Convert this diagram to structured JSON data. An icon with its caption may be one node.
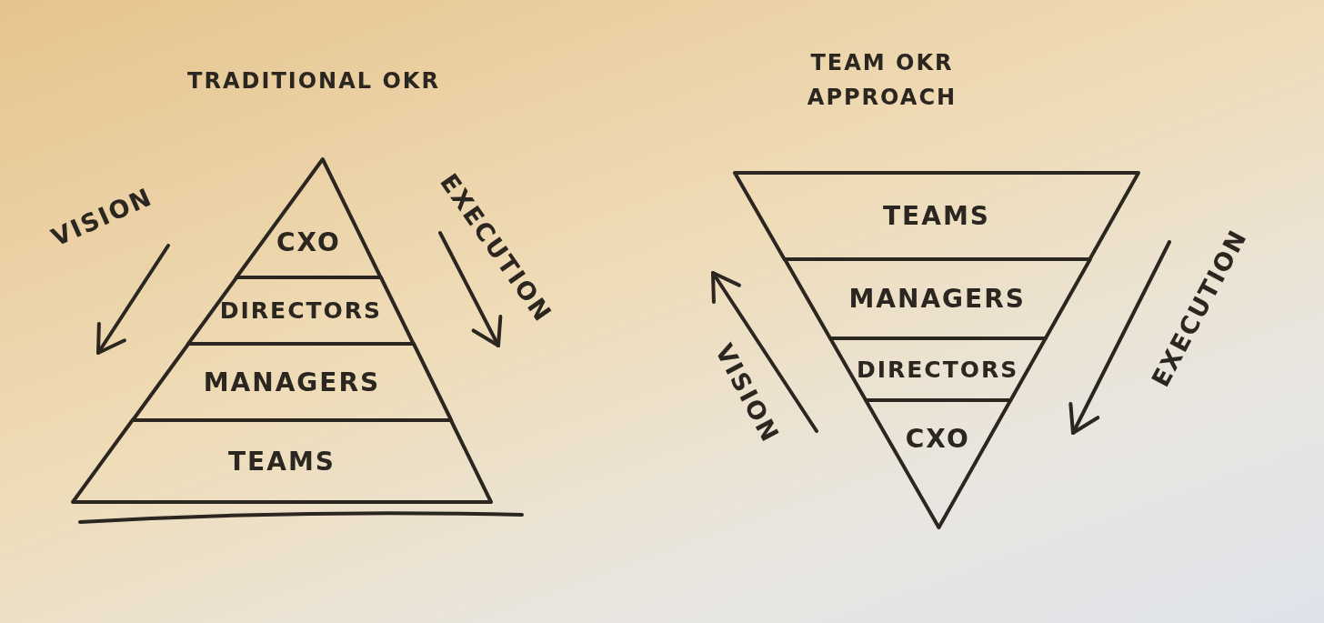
{
  "diagram": {
    "nodes": [
      {
        "text": [
          "TRADITIONAL OKR"
        ]
      },
      {
        "text": [
          "CXO"
        ],
        "in": 0
      },
      {
        "text": [
          "DIRECTORS"
        ],
        "in": 0
      },
      {
        "text": [
          "MANAGERS"
        ],
        "in": 0
      },
      {
        "text": [
          "TEAMS"
        ],
        "in": 0
      },
      {
        "text": [
          "TEAM OKR APPROACH"
        ]
      },
      {
        "text": [
          "TEAMS"
        ],
        "in": 5
      },
      {
        "text": [
          "MANAGERS"
        ],
        "in": 5
      },
      {
        "text": [
          "DIRECTORS"
        ],
        "in": 5
      },
      {
        "text": [
          "CXO"
        ],
        "in": 5
      }
    ],
    "edges": [],
    "labels": [
      "VISION",
      "EXECUTION",
      "VISION",
      "EXECUTION"
    ]
  }
}
